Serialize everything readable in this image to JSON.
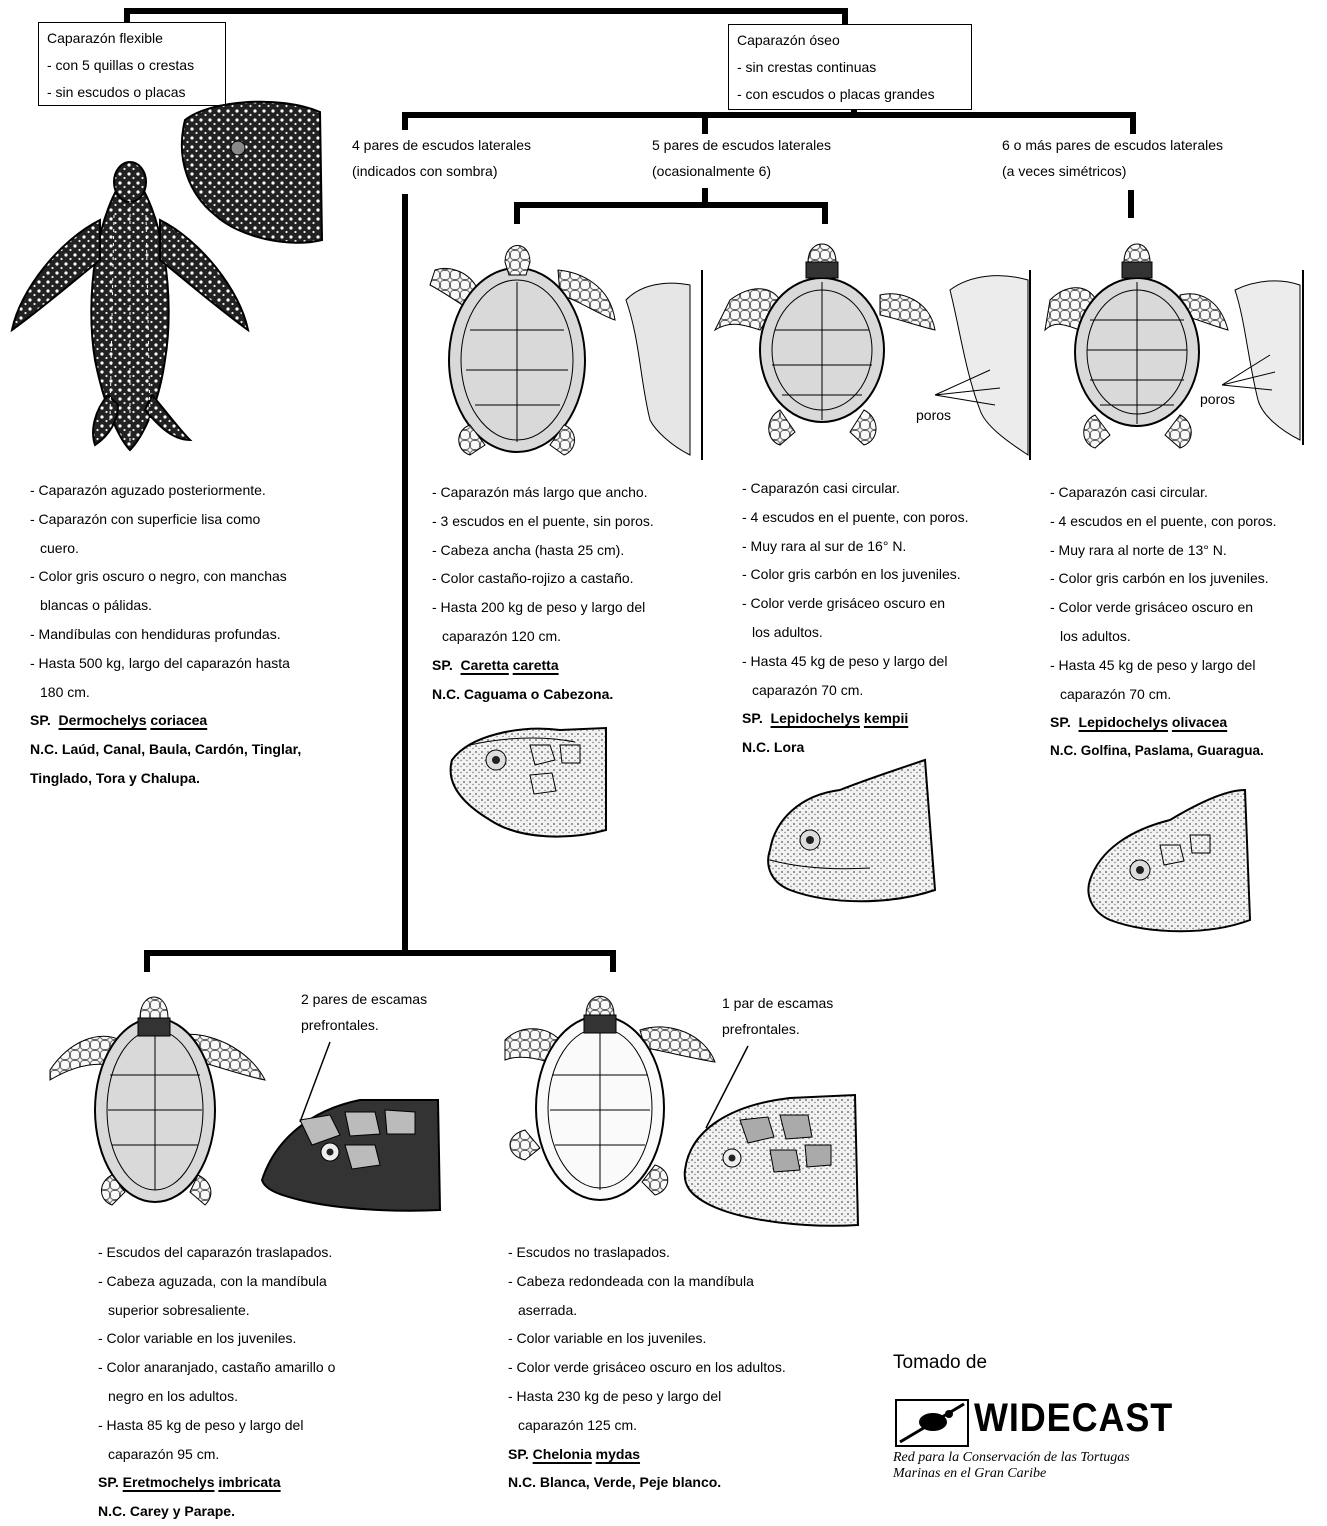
{
  "root": {
    "flexible": {
      "lines": [
        "Caparazón flexible",
        "- con 5 quillas o crestas",
        "- sin escudos o placas"
      ]
    },
    "oseo": {
      "lines": [
        "Caparazón óseo",
        "- sin crestas continuas",
        "- con escudos o placas grandes"
      ]
    }
  },
  "branches": {
    "four_pairs": [
      "4 pares de escudos laterales",
      "(indicados con sombra)"
    ],
    "five_pairs": [
      "5 pares de escudos laterales",
      "(ocasionalmente 6)"
    ],
    "six_pairs": [
      "6 o más pares de escudos laterales",
      "(a veces simétricos)"
    ]
  },
  "labels": {
    "poros_1": "poros",
    "poros_2": "poros",
    "prefrontal_2": [
      "2 pares de escamas",
      "prefrontales."
    ],
    "prefrontal_1": [
      "1 par de escamas",
      "prefrontales."
    ]
  },
  "species": {
    "leatherback": {
      "lines": [
        "- Caparazón aguzado posteriormente.",
        "- Caparazón con superficie lisa como",
        "  cuero.",
        "- Color gris oscuro o negro, con manchas",
        "  blancas o pálidas.",
        "- Mandíbulas con hendiduras profundas.",
        "- Hasta 500 kg, largo del caparazón hasta",
        "  180 cm."
      ],
      "sp_prefix": "SP.",
      "genus": "Dermochelys",
      "epithet": "coriacea",
      "nc": [
        "N.C. Laúd, Canal, Baula, Cardón, Tinglar,",
        "Tinglado, Tora y Chalupa."
      ]
    },
    "loggerhead": {
      "lines": [
        "- Caparazón más largo que ancho.",
        "- 3 escudos en el puente, sin poros.",
        "- Cabeza ancha (hasta 25 cm).",
        "- Color castaño-rojizo a castaño.",
        "- Hasta 200 kg de peso y largo del",
        "  caparazón 120 cm."
      ],
      "sp_prefix": "SP.",
      "genus": "Caretta",
      "epithet": "caretta",
      "nc": [
        "N.C. Caguama o Cabezona."
      ]
    },
    "kemps": {
      "lines": [
        "- Caparazón casi circular.",
        "- 4 escudos en el puente, con poros.",
        "- Muy rara al sur de 16° N.",
        "- Color gris carbón en los juveniles.",
        "- Color verde grisáceo oscuro en",
        "  los adultos.",
        "- Hasta 45 kg de peso y largo del",
        "  caparazón 70 cm."
      ],
      "sp_prefix": "SP.",
      "genus": "Lepidochelys",
      "epithet": "kempii",
      "nc": [
        "N.C. Lora"
      ]
    },
    "olive": {
      "lines": [
        "- Caparazón casi circular.",
        "- 4 escudos en el puente, con poros.",
        "- Muy rara al norte de 13° N.",
        "- Color gris carbón en los juveniles.",
        "- Color verde grisáceo oscuro en",
        "  los adultos.",
        "- Hasta 45 kg de peso y largo del",
        "  caparazón 70 cm."
      ],
      "sp_prefix": "SP.",
      "genus": "Lepidochelys",
      "epithet": "olivacea",
      "nc": [
        "N.C. Golfina, Paslama, Guaragua."
      ]
    },
    "hawksbill": {
      "lines": [
        "- Escudos del caparazón traslapados.",
        "- Cabeza aguzada, con la mandíbula",
        "  superior sobresaliente.",
        "- Color variable en los juveniles.",
        "- Color anaranjado, castaño amarillo o",
        "  negro en los adultos.",
        "- Hasta 85 kg de peso y largo del",
        "  caparazón 95 cm."
      ],
      "sp_prefix": "SP.",
      "genus": "Eretmochelys",
      "epithet": "imbricata",
      "nc": [
        "N.C. Carey y Parape."
      ]
    },
    "green": {
      "lines": [
        "- Escudos no traslapados.",
        "- Cabeza redondeada con la mandíbula",
        "  aserrada.",
        "- Color variable en los juveniles.",
        "- Color verde grisáceo oscuro en los adultos.",
        "- Hasta 230 kg de peso y largo del",
        "  caparazón 125 cm."
      ],
      "sp_prefix": "SP.",
      "genus": "Chelonia",
      "epithet": "mydas",
      "nc": [
        "N.C. Blanca, Verde, Peje blanco."
      ]
    }
  },
  "credit": {
    "tomado": "Tomado de",
    "brand": "WIDECAST",
    "subtitle": [
      "Red para la Conservación de las Tortugas",
      "Marinas en el Gran Caribe"
    ]
  },
  "colors": {
    "line": "#000000",
    "shell_fill": "#d9d9d9",
    "dark_shell": "#222222"
  }
}
